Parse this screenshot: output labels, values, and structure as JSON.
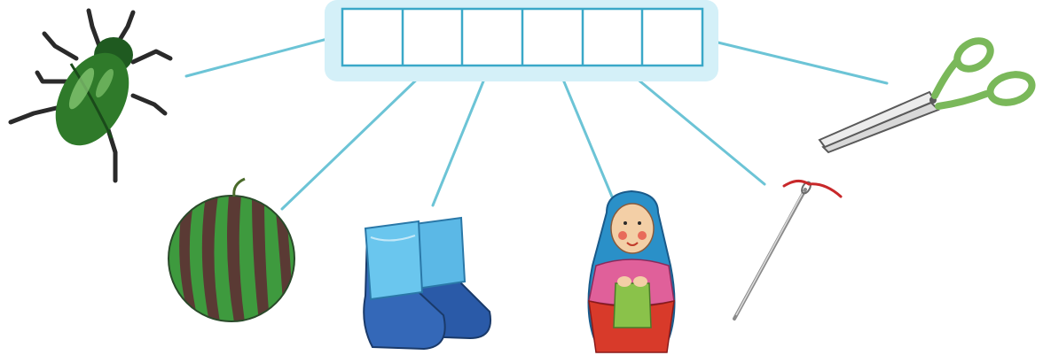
{
  "puzzle": {
    "cells": [
      "",
      "",
      "",
      "",
      "",
      ""
    ]
  },
  "pictures": [
    {
      "name": "beetle-picture",
      "icon": "beetle-icon"
    },
    {
      "name": "watermelon-picture",
      "icon": "watermelon-icon"
    },
    {
      "name": "boots-picture",
      "icon": "felt-boots-icon"
    },
    {
      "name": "doll-picture",
      "icon": "matryoshka-icon"
    },
    {
      "name": "needle-picture",
      "icon": "needle-icon"
    },
    {
      "name": "scissors-picture",
      "icon": "scissors-icon"
    }
  ],
  "colors": {
    "line": "#6cc4d6",
    "box_glow": "#d4f0f8",
    "box_border": "#3aa8c8",
    "beetle": "#2f7a2a",
    "watermelon_green": "#3e9a3e",
    "watermelon_stripe": "#5a3a34",
    "boot_top": "#5bb8e6",
    "boot_bottom": "#2a5aa8",
    "doll_scarf": "#2a90c8",
    "doll_red": "#d83a2a",
    "scissors_handle": "#7ab85a"
  }
}
